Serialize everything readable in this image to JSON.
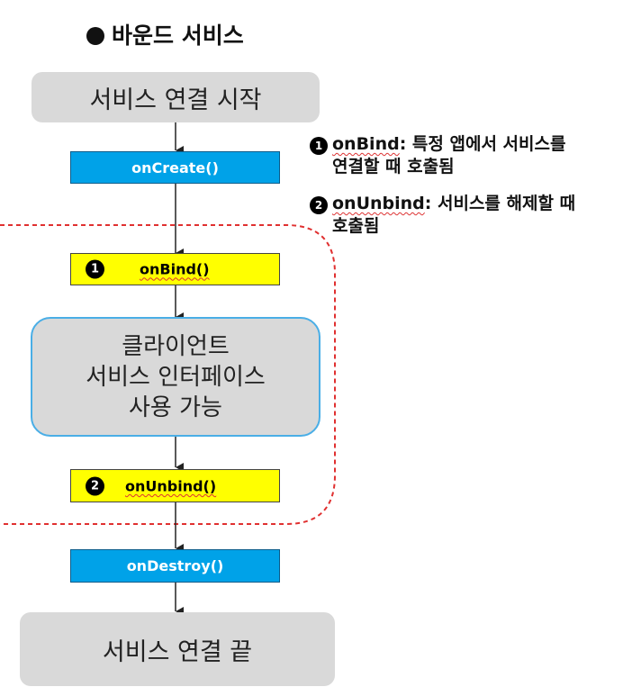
{
  "title": "바운드 서비스",
  "flow": {
    "start_label": "서비스 연결 시작",
    "on_create": "onCreate()",
    "on_bind": {
      "number": "1",
      "label": "onBind()"
    },
    "client": [
      "클라이언트",
      "서비스 인터페이스",
      "사용 가능"
    ],
    "on_unbind": {
      "number": "2",
      "label": "onUnbind()"
    },
    "on_destroy": "onDestroy()",
    "end_label": "서비스 연결 끝"
  },
  "notes": [
    {
      "number": "1",
      "key": "onBind",
      "line1_rest": ": 특정 앱에서 서비스를",
      "line2": "연결할 때 호출됨"
    },
    {
      "number": "2",
      "key": "onUnbind",
      "line1_rest": ": 서비스를 해제할 때",
      "line2": "호출됨"
    }
  ],
  "colors": {
    "gray_box": "#d9d9d9",
    "blue_box": "#00a2e8",
    "yellow_box": "#ffff00",
    "client_border": "#4aaee6",
    "dashed_region": "#e03030",
    "arrow": "#222222"
  }
}
